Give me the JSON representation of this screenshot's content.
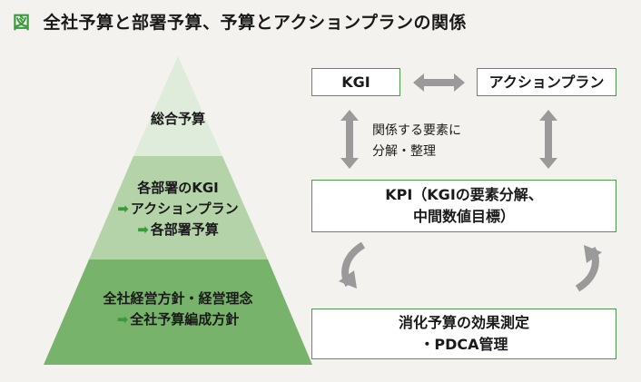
{
  "header": {
    "tag": "図",
    "title": "全社予算と部署予算、予算とアクションプランの関係"
  },
  "pyramid": {
    "top": "総合予算",
    "middle": [
      "各部署のKGI",
      "アクションプラン",
      "各部署予算"
    ],
    "bottom": [
      "全社経営方針・経営理念",
      "全社予算編成方針"
    ]
  },
  "diagram": {
    "kgi": "KGI",
    "action_plan": "アクションプラン",
    "relation_note": [
      "関係する要素に",
      "分解・整理"
    ],
    "kpi": [
      "KPI（KGIの要素分解、",
      "中間数値目標）"
    ],
    "effect": [
      "消化予算の効果測定",
      "・PDCA管理"
    ]
  },
  "colors": {
    "tier_top": "#e0ecdb",
    "tier_middle": "#b5d3a8",
    "tier_bottom": "#78b36b",
    "accent_green": "#3a9a3a",
    "arrow_gray": "#9a9a9a"
  }
}
